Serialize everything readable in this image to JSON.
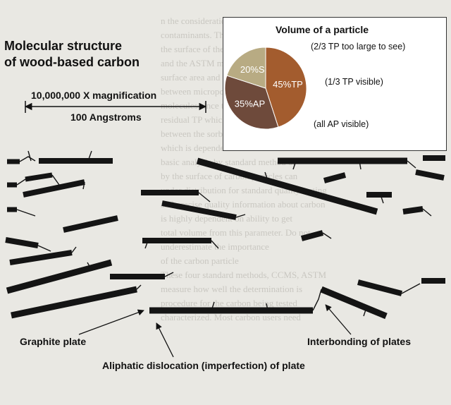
{
  "title_line1": "Molecular structure",
  "title_line2": "of wood-based carbon",
  "magnification": "10,000,000 X magnification",
  "scale_bar": "100 Angstroms",
  "callouts": {
    "graphite_plate": "Graphite plate",
    "interbonding": "Interbonding of plates",
    "aliphatic": "Aliphatic dislocation (imperfection) of plate"
  },
  "inset": {
    "title": "Volume of a particle",
    "notes": {
      "tp_large": "(2/3 TP too large to see)",
      "tp_visible": "(1/3 TP visible)",
      "ap_visible": "(all AP visible)"
    },
    "slices": [
      {
        "label": "45%TP",
        "value": 45,
        "color": "#a35c2e"
      },
      {
        "label": "35%AP",
        "value": 35,
        "color": "#6e4a3b"
      },
      {
        "label": "20%S",
        "value": 20,
        "color": "#b8ab83"
      }
    ]
  },
  "background_text": "n the consideration of the lifetime, environmental\ncontaminants. These contaminants may react with\nthe surface of the carbon and so the required\nand the ASTM method CNAC determines the\nsurface area and it is reactive\nbetween micropores and the distribution of\nmolecules since the pores are small\nresidual TP which is relatively poor batch\nbetween the sorbate and the surface\nwhich is dependent of the contaminants\nbasic analysis by standard method of\nby the surface of carbon particles can\nunder distribution for standard quality testing\nand precise quality information about carbon\nis highly dependent on ability to get\ntotal volume from this parameter. Do not\nunderestimate the importance\nof the carbon particle\nThese four standard methods, CCMS, ASTM\nmeasure how well the determination is\nprocedure for the carbon being tested\ncharacterized. Most carbon users need"
}
